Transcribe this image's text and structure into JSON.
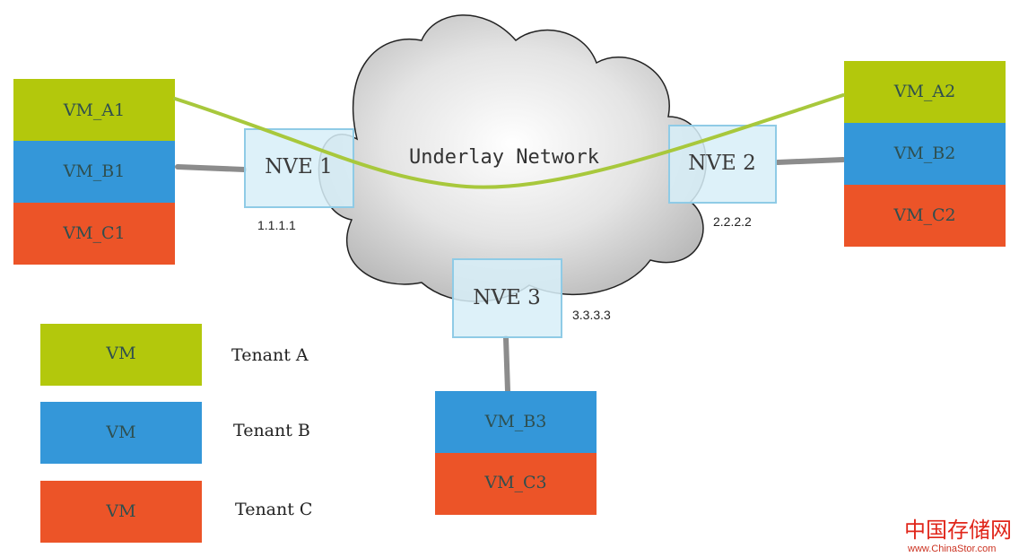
{
  "colors": {
    "tenant_a": "#b3c80c",
    "tenant_b": "#3497d9",
    "tenant_c": "#ec5428",
    "nve_fill": "#d7eef8",
    "nve_border": "#8fcbe6",
    "link": "#8c8c8c",
    "tunnel": "#a8c83c"
  },
  "cloud": {
    "label": "Underlay Network"
  },
  "nves": [
    {
      "id": "nve1",
      "label": "NVE 1",
      "ip": "1.1.1.1"
    },
    {
      "id": "nve2",
      "label": "NVE 2",
      "ip": "2.2.2.2"
    },
    {
      "id": "nve3",
      "label": "NVE 3",
      "ip": "3.3.3.3"
    }
  ],
  "vms": [
    {
      "id": "vm-a1",
      "label": "VM_A1",
      "tenant": "A"
    },
    {
      "id": "vm-b1",
      "label": "VM_B1",
      "tenant": "B"
    },
    {
      "id": "vm-c1",
      "label": "VM_C1",
      "tenant": "C"
    },
    {
      "id": "vm-a2",
      "label": "VM_A2",
      "tenant": "A"
    },
    {
      "id": "vm-b2",
      "label": "VM_B2",
      "tenant": "B"
    },
    {
      "id": "vm-c2",
      "label": "VM_C2",
      "tenant": "C"
    },
    {
      "id": "vm-b3",
      "label": "VM_B3",
      "tenant": "B"
    },
    {
      "id": "vm-c3",
      "label": "VM_C3",
      "tenant": "C"
    }
  ],
  "legend": [
    {
      "box_label": "VM",
      "tenant_label": "Tenant A",
      "tenant": "A"
    },
    {
      "box_label": "VM",
      "tenant_label": "Tenant B",
      "tenant": "B"
    },
    {
      "box_label": "VM",
      "tenant_label": "Tenant C",
      "tenant": "C"
    }
  ],
  "watermark": {
    "site_cn": "中国存储网",
    "url": "www.ChinaStor.com"
  }
}
